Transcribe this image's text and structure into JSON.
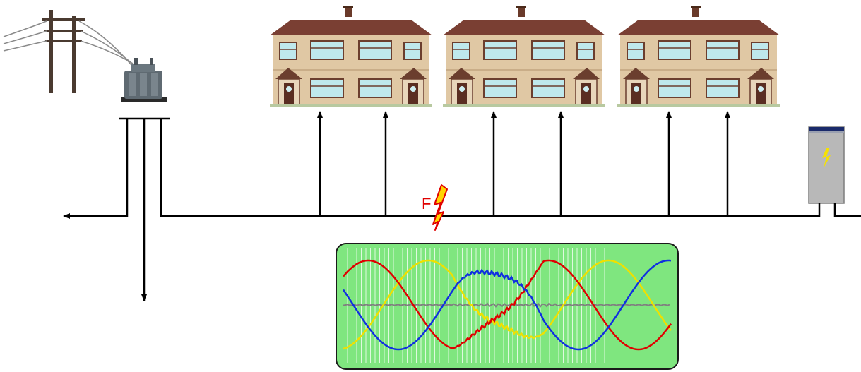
{
  "diagram": {
    "type": "low-voltage-distribution-fault",
    "icons": [
      "utility-pole-icon",
      "pole-transformer-icon",
      "semi-detached-house-icon",
      "street-cabinet-icon",
      "lightning-bolt-icon"
    ],
    "house_count": 3,
    "service_connection_count": 6,
    "fault": {
      "label": "F",
      "color": "#e00000",
      "bolt_fill": "#ffd400"
    },
    "waveform": {
      "panel_color": "#7fe67f",
      "phase_colors": [
        "#e00000",
        "#1030e0",
        "#f0e000"
      ],
      "neutral_color": "#808080",
      "shows_fault_disturbance": true
    }
  }
}
